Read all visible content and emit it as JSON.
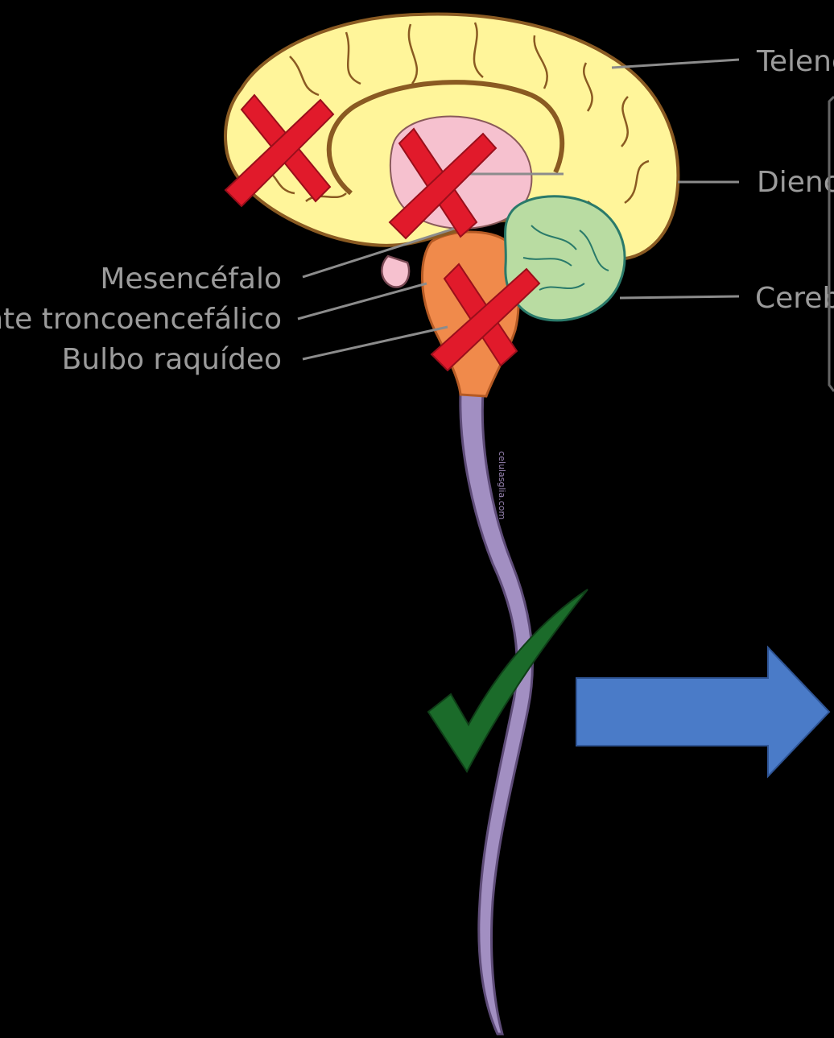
{
  "labels": {
    "mesencefalo": "Mesencéfalo",
    "puente": "ente troncoencefálico",
    "bulbo": "Bulbo raquídeo",
    "telencefalo": "Telenc",
    "diencefalo": "Dienc",
    "cerebelo": "Cereb"
  },
  "watermark": "celulasglia.com",
  "marks": {
    "crosses": [
      "telencephalon-cross",
      "diencephalon-cross",
      "brainstem-cross"
    ],
    "check": "spinal-cord-check"
  },
  "colors": {
    "background": "#000000",
    "cerebrum": "#fff59a",
    "cerebrum_outline": "#8a5a22",
    "diencephalon": "#f6c1cf",
    "brainstem": "#f08a4b",
    "cerebellum": "#b9dca2",
    "spinal_cord": "#a28fc2",
    "cross": "#e11a2b",
    "check": "#1b6b2a",
    "arrow": "#4a7bc8",
    "label": "#9b9b9b"
  }
}
